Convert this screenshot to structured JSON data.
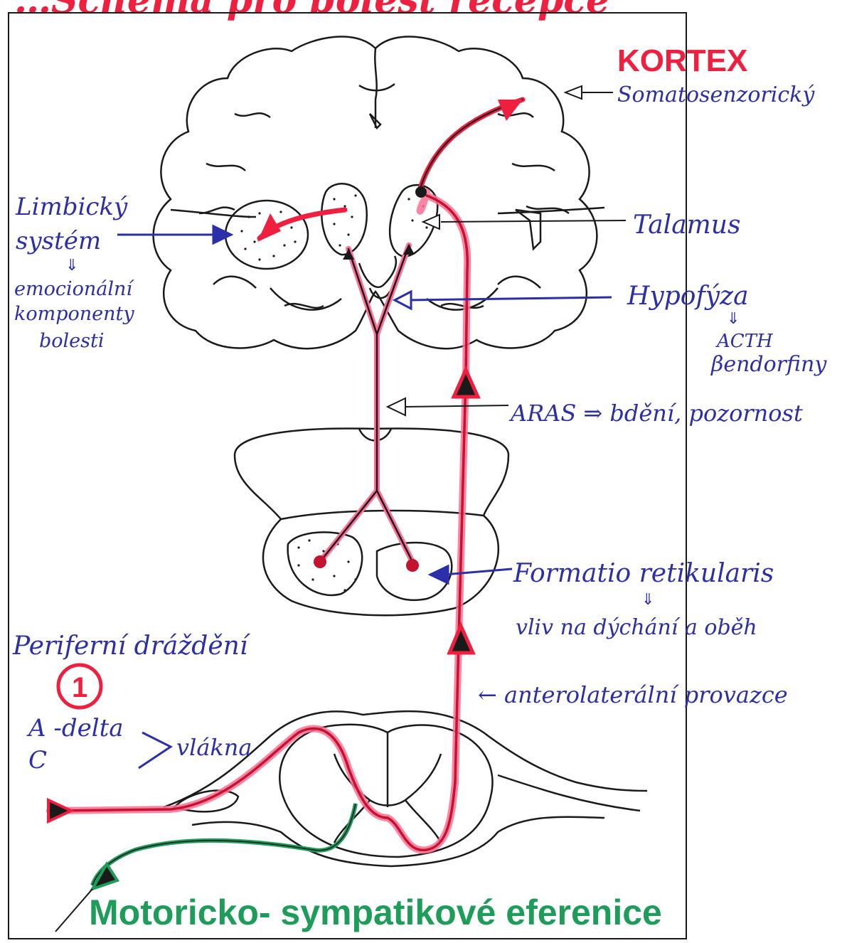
{
  "header_fragment": "…Schéma pro bolest recepce",
  "labels": {
    "kortex": "KORTEX",
    "somatosenzoricky": "Somatosenzorický",
    "talamus": "Talamus",
    "hypofyza": "Hypofýza",
    "acth": "ACTH",
    "endorfiny": "βendorfiny",
    "aras": "ARAS ⇒ bdění, pozornost",
    "limbicky_1": "Limbický",
    "limbicky_2": "systém",
    "limbicky_3": "emocionální",
    "limbicky_4": "komponenty",
    "limbicky_5": "bolesti",
    "formatio": "Formatio retikularis",
    "formatio_sub": "vliv na dýchání a oběh",
    "periferni": "Periferní dráždění",
    "number": "1",
    "adelta": "A -delta",
    "c": "C",
    "vlakna": "vlákna",
    "anterolateralni": "← anterolaterální provazce",
    "motoricko": "Motoricko- sympatikové eferenice"
  },
  "colors": {
    "ink": "#1a1a1a",
    "blue_pen": "#2b2fa8",
    "red_pen": "#ef1f3f",
    "green_pen": "#1e9c5a",
    "pink_highlight": "#ff6f93"
  }
}
